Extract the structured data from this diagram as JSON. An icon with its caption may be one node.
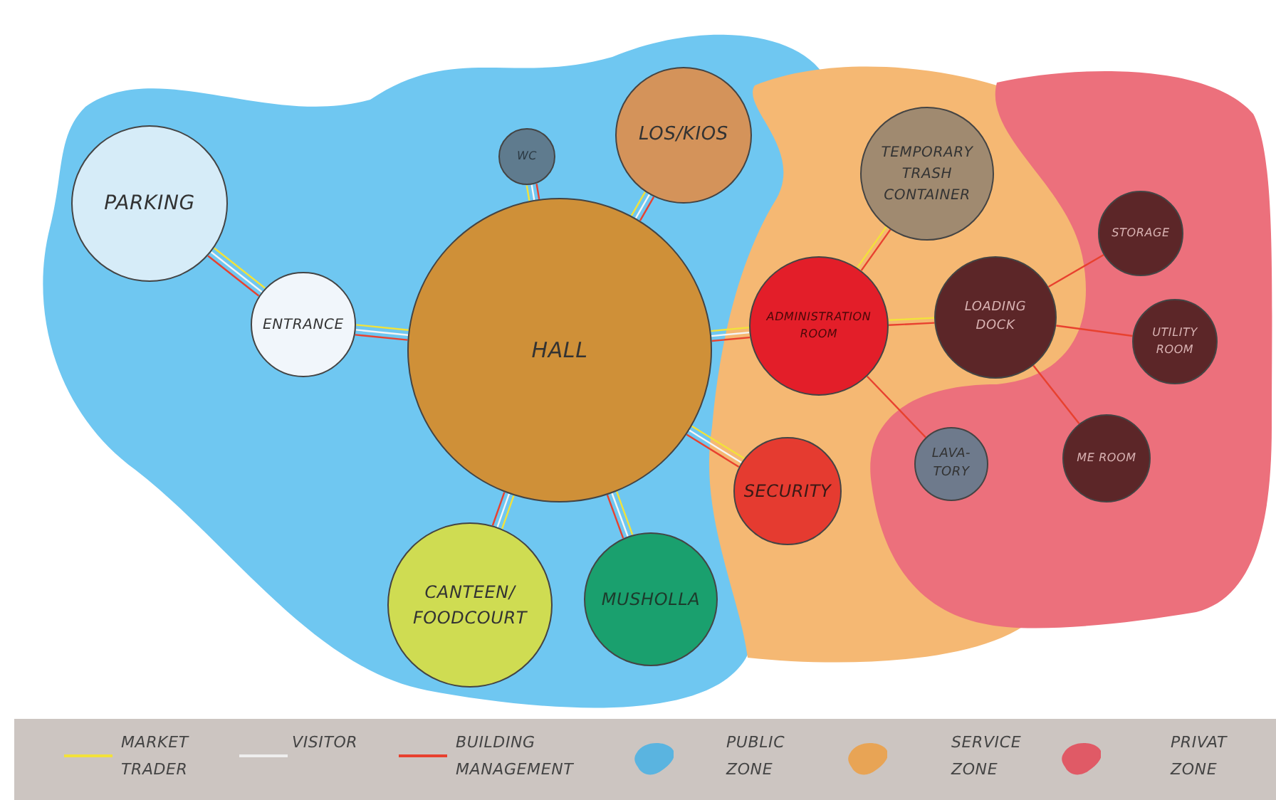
{
  "diagram": {
    "nodes": [
      {
        "text": [
          "PARKING"
        ]
      },
      {
        "text": [
          "ENTRANCE"
        ]
      },
      {
        "text": [
          "HALL"
        ]
      },
      {
        "text": [
          "WC"
        ]
      },
      {
        "text": [
          "LOS/KIOS"
        ]
      },
      {
        "text": [
          "CANTEEN/ FOODCOURT"
        ]
      },
      {
        "text": [
          "MUSHOLLA"
        ]
      },
      {
        "text": [
          "SECURITY"
        ]
      },
      {
        "text": [
          "TEMPORARY TRASH CONTAINER"
        ]
      },
      {
        "text": [
          "ADMINISTRATION ROOM"
        ]
      },
      {
        "text": [
          "LOADING DOCK"
        ]
      },
      {
        "text": [
          "STORAGE"
        ]
      },
      {
        "text": [
          "UTILITY ROOM"
        ]
      },
      {
        "text": [
          "ME ROOM"
        ]
      },
      {
        "text": [
          "LAVA- TORY"
        ]
      }
    ],
    "edges": [
      {
        "from": 0,
        "to": 1,
        "arrow": "none",
        "color": "#f2e23a"
      },
      {
        "from": 0,
        "to": 1,
        "arrow": "none",
        "color": "#f5f5f5"
      },
      {
        "from": 0,
        "to": 1,
        "arrow": "none"
      },
      {
        "from": 1,
        "to": 2,
        "arrow": "none",
        "color": "#f2e23a"
      },
      {
        "from": 1,
        "to": 2,
        "arrow": "none",
        "color": "#f5f5f5"
      },
      {
        "from": 1,
        "to": 2,
        "arrow": "none"
      },
      {
        "from": 2,
        "to": 3,
        "arrow": "none",
        "color": "#f2e23a"
      },
      {
        "from": 2,
        "to": 3,
        "arrow": "none",
        "color": "#f5f5f5"
      },
      {
        "from": 2,
        "to": 3,
        "arrow": "none"
      },
      {
        "from": 2,
        "to": 4,
        "arrow": "none",
        "color": "#f2e23a"
      },
      {
        "from": 2,
        "to": 4,
        "arrow": "none",
        "color": "#f5f5f5"
      },
      {
        "from": 2,
        "to": 4,
        "arrow": "none"
      },
      {
        "from": 2,
        "to": 5,
        "arrow": "none",
        "color": "#f2e23a"
      },
      {
        "from": 2,
        "to": 5,
        "arrow": "none",
        "color": "#f5f5f5"
      },
      {
        "from": 2,
        "to": 5,
        "arrow": "none"
      },
      {
        "from": 2,
        "to": 6,
        "arrow": "none",
        "color": "#f2e23a"
      },
      {
        "from": 2,
        "to": 6,
        "arrow": "none",
        "color": "#f5f5f5"
      },
      {
        "from": 2,
        "to": 6,
        "arrow": "none"
      },
      {
        "from": 2,
        "to": 7,
        "arrow": "none",
        "color": "#f2e23a"
      },
      {
        "from": 2,
        "to": 7,
        "arrow": "none",
        "color": "#f5f5f5"
      },
      {
        "from": 2,
        "to": 7,
        "arrow": "none"
      },
      {
        "from": 2,
        "to": 9,
        "arrow": "none",
        "color": "#f2e23a"
      },
      {
        "from": 2,
        "to": 9,
        "arrow": "none",
        "color": "#f5f5f5"
      },
      {
        "from": 2,
        "to": 9,
        "arrow": "none"
      },
      {
        "from": 9,
        "to": 8,
        "arrow": "none",
        "color": "#f2e23a"
      },
      {
        "from": 9,
        "to": 8,
        "arrow": "none"
      },
      {
        "from": 9,
        "to": 10,
        "arrow": "none",
        "color": "#f2e23a"
      },
      {
        "from": 9,
        "to": 10,
        "arrow": "none"
      },
      {
        "from": 9,
        "to": 14,
        "arrow": "none"
      },
      {
        "from": 10,
        "to": 11,
        "arrow": "none"
      },
      {
        "from": 10,
        "to": 12,
        "arrow": "none"
      },
      {
        "from": 10,
        "to": 13,
        "arrow": "none"
      }
    ],
    "legend": [
      {
        "text": "MARKET TRADER"
      },
      {
        "text": "VISITOR"
      },
      {
        "text": "BUILDING MANAGEMENT"
      },
      {
        "text": "PUBLIC ZONE",
        "color": "#5ab4e0"
      },
      {
        "text": "SERVICE ZONE",
        "color": "#e8a455"
      },
      {
        "text": "PRIVAT ZONE",
        "color": "#e05a66"
      }
    ]
  }
}
